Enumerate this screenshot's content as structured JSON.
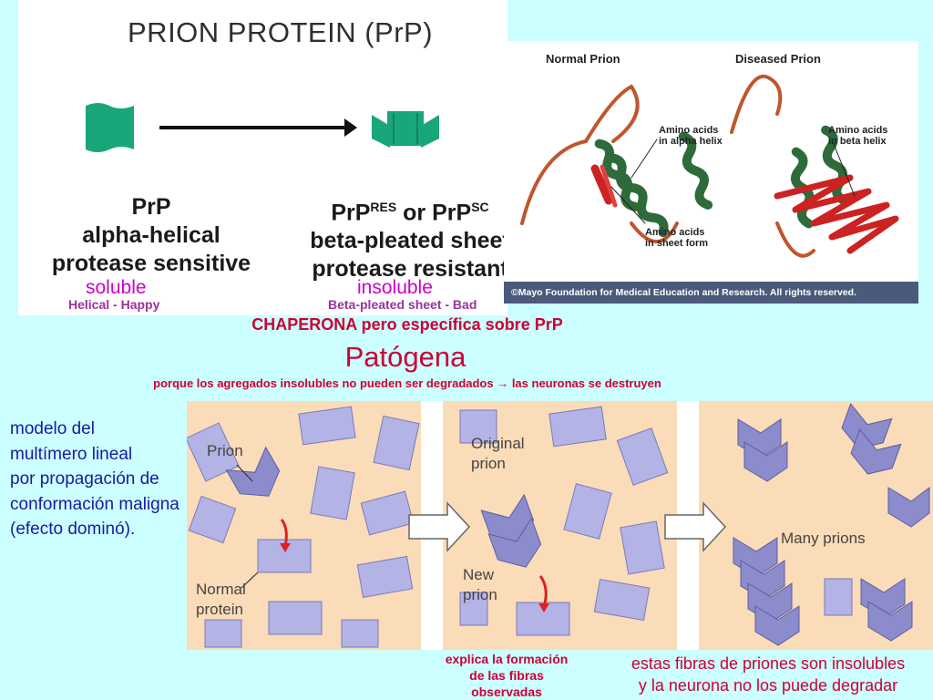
{
  "prion_panel": {
    "title": "PRION PROTEIN (PrP)",
    "left": {
      "name": "PrP",
      "line2": "alpha-helical",
      "line3": "protease sensitive",
      "status": "soluble",
      "caption": "Helical - Happy"
    },
    "right": {
      "name_prefix": "PrP",
      "sup1": "RES",
      "or": " or PrP",
      "sup2": "SC",
      "line2": "beta-pleated sheet",
      "line3": "protease resistant",
      "status": "insoluble",
      "caption": "Beta-pleated sheet - Bad"
    },
    "colors": {
      "prp_green": "#19a67a",
      "status": "#cc00cc",
      "caption": "#993399"
    }
  },
  "fold_panel": {
    "normal_heading": "Normal Prion",
    "diseased_heading": "Diseased Prion",
    "label_alpha_1": "Amino acids",
    "label_alpha_2": "in alpha helix",
    "label_sheet_1": "Amino acids",
    "label_sheet_2": "in sheet form",
    "label_beta_1": "Amino acids",
    "label_beta_2": "in beta helix",
    "copyright": "©Mayo Foundation for Medical Education and Research.  All rights reserved."
  },
  "middle": {
    "chaperona": "CHAPERONA pero específica sobre PrP",
    "patogena": "Patógena",
    "porque": "porque los agregados insolubles no pueden ser degradados → las neuronas se destruyen"
  },
  "modelo_text": [
    "modelo del",
    "multímero lineal",
    "por propagación de",
    "conformación maligna",
    "(efecto dominó)."
  ],
  "model_panel": {
    "frame1_prion": "Prion",
    "frame1_normal_1": "Normal",
    "frame1_normal_2": "protein",
    "frame2_original_1": "Original",
    "frame2_original_2": "prion",
    "frame2_new_1": "New",
    "frame2_new_2": "prion",
    "frame3_many": "Many prions"
  },
  "bottom": {
    "explica_1": "explica la formación",
    "explica_2": "de las fibras",
    "explica_3": "observadas",
    "estas_1": "estas fibras de priones son insolubles",
    "estas_2": "y la neurona no  los puede degradar"
  },
  "colors": {
    "background": "#ccffff",
    "accent_red": "#cc0033",
    "blue_text": "#1a1aa0",
    "model_bg": "#fbdcb8",
    "protein": "#b3b3e6",
    "prion": "#8c8ccc"
  }
}
